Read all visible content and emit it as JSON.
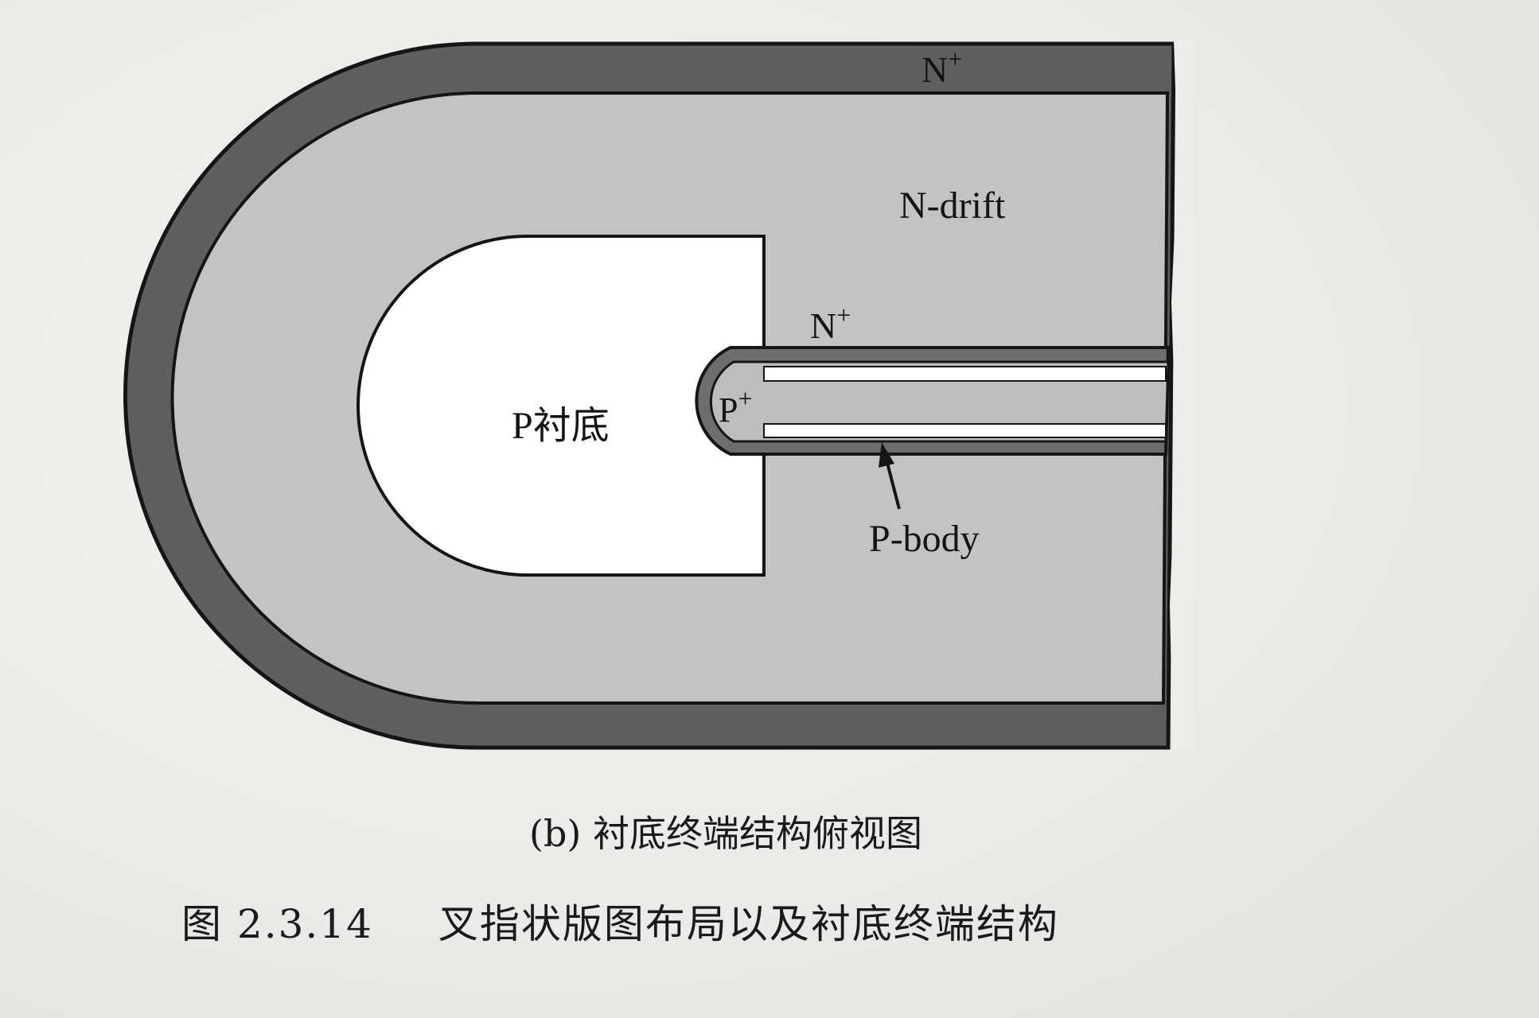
{
  "labels": {
    "n_plus_top": "N+",
    "n_drift": "N-drift",
    "n_plus_mid": "N+",
    "p_plus": "P+",
    "p_substrate": "P衬底",
    "p_body": "P-body"
  },
  "caption": {
    "sub": "(b) 衬底终端结构俯视图",
    "figure_number": "图 2.3.14",
    "figure_title": "叉指状版图布局以及衬底终端结构"
  },
  "colors": {
    "n_plus_ring": "#5f5f5f",
    "n_drift": "#c3c3c3",
    "p_substrate": "#ffffff",
    "p_body": "#6e6e6e",
    "p_plus": "#bdbdbd",
    "outline": "#151515"
  }
}
